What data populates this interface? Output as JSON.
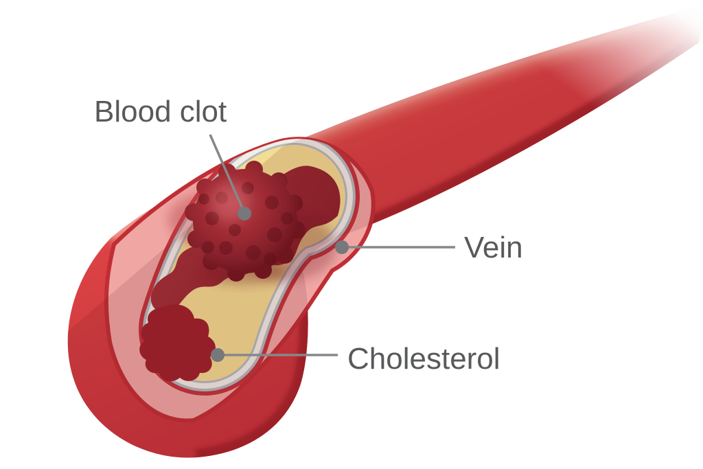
{
  "illustration": {
    "labels": {
      "blood_clot": "Blood clot",
      "vein": "Vein",
      "cholesterol": "Cholesterol"
    },
    "colors": {
      "background": "#ffffff",
      "vessel_red": "#d73e41",
      "vessel_highlight": "#f08377",
      "vessel_dark_edge": "#a4242c",
      "cut_rim_red": "#c02e35",
      "wall_pink": "#f0a7a4",
      "lining_gray": "#b3bbc0",
      "lining_white": "#f1eee7",
      "cholesterol_yellow": "#f3dd92",
      "lumen_red": "#9c2a32",
      "blood_blob_red": "#9e222b",
      "clot_red": "#8e2129",
      "label_text": "#58595b",
      "leader_line": "#85878a",
      "leader_dot": "#76787b"
    }
  }
}
